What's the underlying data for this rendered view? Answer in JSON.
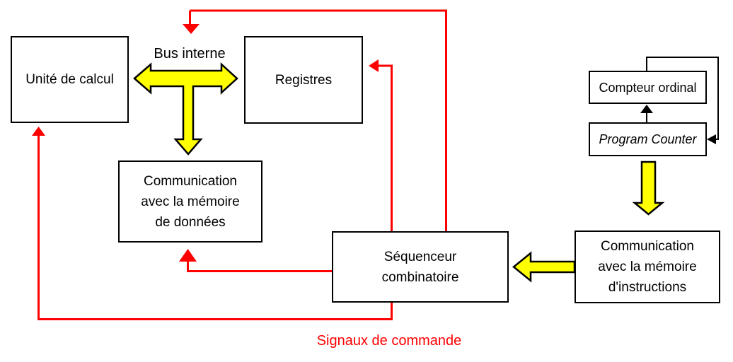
{
  "diagram": {
    "title_none": "",
    "labels": {
      "bus_interne": "Bus interne",
      "signaux_de_commande": "Signaux de commande"
    },
    "boxes": {
      "unite": {
        "label": "Unité de calcul"
      },
      "registres": {
        "label": "Registres"
      },
      "comm_donnees": {
        "lines": [
          "Communication",
          "avec la mémoire",
          "de données"
        ]
      },
      "sequenceur": {
        "lines": [
          "Séquenceur",
          "combinatoire"
        ]
      },
      "compteur": {
        "label": "Compteur ordinal"
      },
      "program_counter": {
        "label": "Program Counter"
      },
      "comm_instructions": {
        "lines": [
          "Communication",
          "avec la mémoire",
          "d'instructions"
        ]
      }
    },
    "colors": {
      "signal_red": "#fe0000",
      "bus_yellow": "#ffff00",
      "line_black": "#000000",
      "background": "#ffffff"
    }
  }
}
